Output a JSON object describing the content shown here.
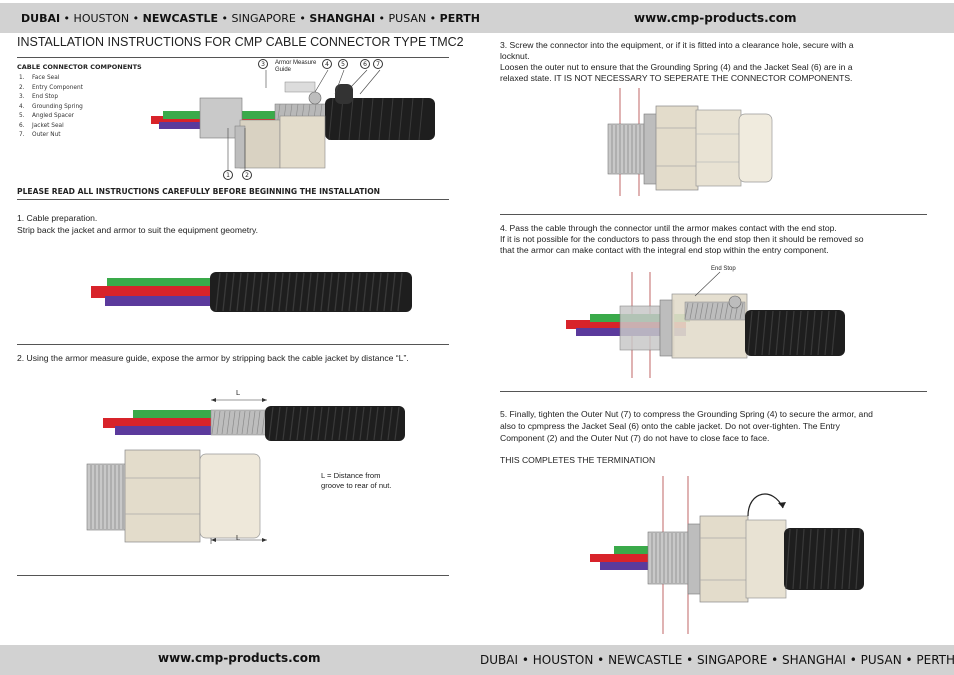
{
  "header": {
    "cities": [
      {
        "name": "DUBAI",
        "bold": true
      },
      {
        "name": "HOUSTON",
        "bold": false
      },
      {
        "name": "NEWCASTLE",
        "bold": true
      },
      {
        "name": "SINGAPORE",
        "bold": false
      },
      {
        "name": "SHANGHAI",
        "bold": true
      },
      {
        "name": "PUSAN",
        "bold": false
      },
      {
        "name": "PERTH",
        "bold": true
      }
    ],
    "separator": "•",
    "url": "www.cmp-products.com"
  },
  "footer": {
    "url": "www.cmp-products.com",
    "cities": [
      "DUBAI",
      "HOUSTON",
      "NEWCASTLE",
      "SINGAPORE",
      "SHANGHAI",
      "PUSAN",
      "PERTH"
    ]
  },
  "title": "INSTALLATION INSTRUCTIONS FOR CMP CABLE CONNECTOR TYPE TMC2",
  "components": {
    "heading": "CABLE CONNECTOR COMPONENTS",
    "items": [
      {
        "num": "1.",
        "label": "Face Seal"
      },
      {
        "num": "2.",
        "label": "Entry Component"
      },
      {
        "num": "3.",
        "label": "End Stop"
      },
      {
        "num": "4.",
        "label": "Grounding Spring"
      },
      {
        "num": "5.",
        "label": "Angled Spacer"
      },
      {
        "num": "6.",
        "label": "Jacket Seal"
      },
      {
        "num": "7.",
        "label": "Outer Nut"
      }
    ],
    "callouts": [
      "1",
      "2",
      "3",
      "4",
      "5",
      "6",
      "7"
    ],
    "armor_guide_label_1": "Armor Measure",
    "armor_guide_label_2": "Guide"
  },
  "warning": "PLEASE READ ALL INSTRUCTIONS CAREFULLY BEFORE BEGINNING THE INSTALLATION",
  "steps": {
    "s1_title": "1. Cable preparation.",
    "s1_text": "Strip back the jacket and armor to suit the equipment geometry.",
    "s2_text": "2. Using the armor measure guide, expose the armor by stripping back the cable jacket by distance “L”.",
    "s2_dim_label": "L",
    "s2_note_1": "L = Distance from",
    "s2_note_2": "groove to rear of nut.",
    "s3_line1": "3. Screw the connector into the equipment, or if it is fitted into a clearance hole, secure with a",
    "s3_line2": "locknut.",
    "s3_line3": "Loosen the outer nut to ensure that the Grounding Spring (4) and the Jacket Seal (6) are in a",
    "s3_line4": "relaxed state.  IT IS NOT NECESSARY TO SEPERATE THE CONNECTOR COMPONENTS.",
    "s4_line1": "4. Pass the cable through the connector until the armor makes contact with the end stop.",
    "s4_line2": "If it is not possible for the conductors to pass through the end stop then it should be removed so",
    "s4_line3": "that the armor can make contact with the integral end stop within the entry component.",
    "s4_end_stop": "End Stop",
    "s5_line1": "5. Finally, tighten the Outer Nut (7) to compress the Grounding Spring (4) to secure the armor, and",
    "s5_line2": "also to cpmpress the Jacket Seal (6) onto the cable jacket.  Do not over-tighten.  The Entry",
    "s5_line3": "Component (2) and the Outer Nut (7) do not have to close face to face.",
    "s5_complete": "THIS COMPLETES THE TERMINATION"
  },
  "colors": {
    "band": "#d2d2d2",
    "wire_green": "#3aaa4a",
    "wire_red": "#d8232a",
    "wire_purple": "#5b3a9c",
    "cable_jacket": "#1e1e1e",
    "armor": "#b8b8b8",
    "brass": "#d9d2c2"
  }
}
